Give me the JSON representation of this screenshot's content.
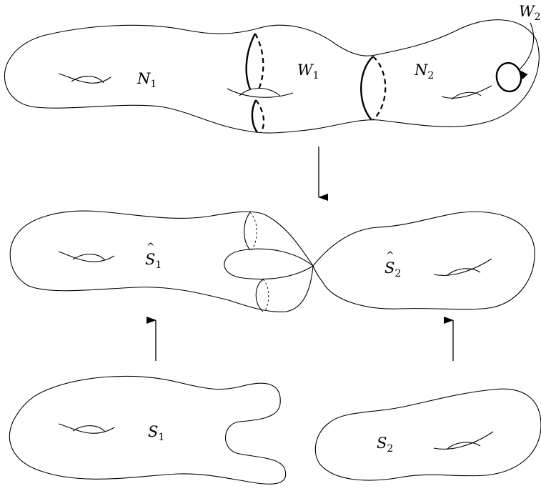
{
  "labels": {
    "n1": {
      "base": "N",
      "sub": "1"
    },
    "w1": {
      "base": "W",
      "sub": "1"
    },
    "n2": {
      "base": "N",
      "sub": "2"
    },
    "w2": {
      "base": "W",
      "sub": "2"
    },
    "s1hat": {
      "base": "S",
      "sub": "1",
      "hat": "^"
    },
    "s2hat": {
      "base": "S",
      "sub": "2",
      "hat": "^"
    },
    "s1": {
      "base": "S",
      "sub": "1"
    },
    "s2": {
      "base": "S",
      "sub": "2"
    }
  }
}
